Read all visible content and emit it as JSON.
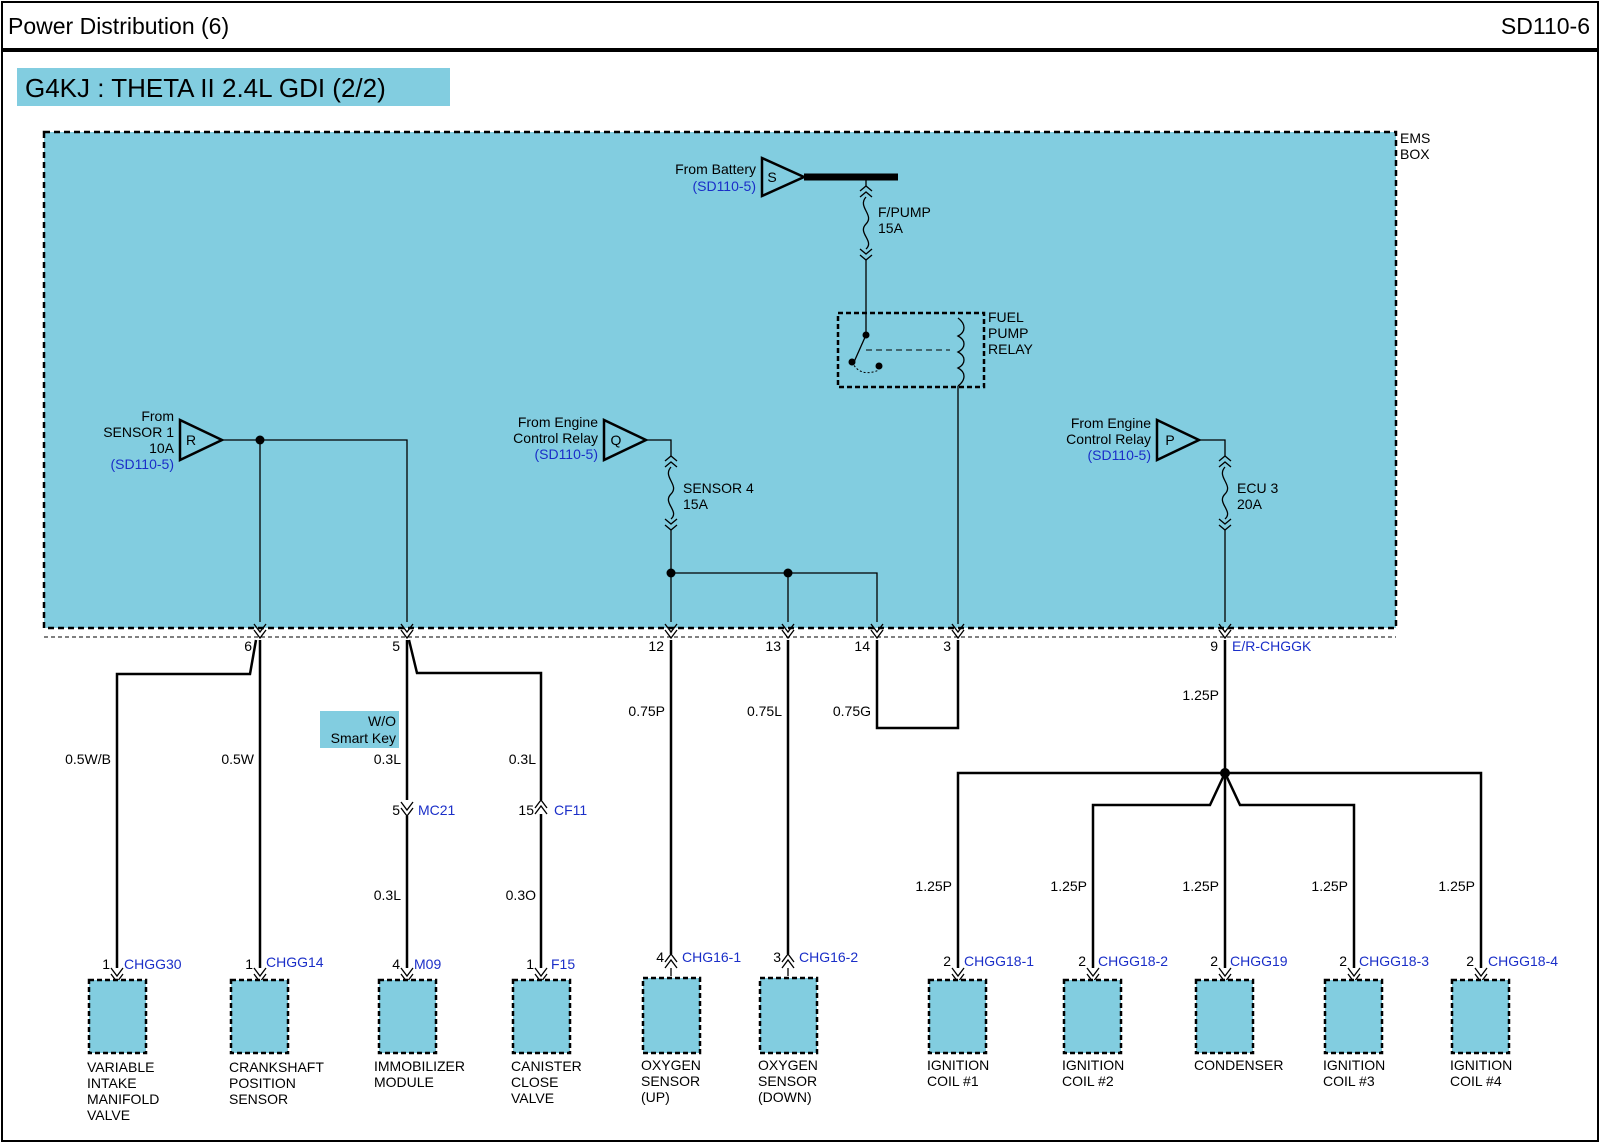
{
  "header": {
    "title": "Power Distribution (6)",
    "code": "SD110-6"
  },
  "subtitle": "G4KJ : THETA II 2.4L GDI (2/2)",
  "ems_box": [
    "EMS",
    "BOX"
  ],
  "sources": {
    "battery": {
      "line1": "From Battery",
      "ref": "(SD110-5)",
      "letter": "S"
    },
    "sensor1": {
      "line1": "From",
      "line2": "SENSOR 1",
      "line3": "10A",
      "ref": "(SD110-5)",
      "letter": "R"
    },
    "ecr_q": {
      "line1": "From Engine",
      "line2": "Control Relay",
      "ref": "(SD110-5)",
      "letter": "Q"
    },
    "ecr_p": {
      "line1": "From Engine",
      "line2": "Control Relay",
      "ref": "(SD110-5)",
      "letter": "P"
    }
  },
  "fuses": {
    "fpump": {
      "name": "F/PUMP",
      "rating": "15A"
    },
    "sensor4": {
      "name": "SENSOR 4",
      "rating": "15A"
    },
    "ecu3": {
      "name": "ECU 3",
      "rating": "20A"
    }
  },
  "relay": [
    "FUEL",
    "PUMP",
    "RELAY"
  ],
  "box_pins": {
    "p6": "6",
    "p5": "5",
    "p12": "12",
    "p13": "13",
    "p14": "14",
    "p3": "3",
    "p9": "9",
    "connector": "E/R-CHGGK"
  },
  "wires": {
    "w1": "0.5W/B",
    "w2": "0.5W",
    "w3a": "0.3L",
    "w3b": "0.3L",
    "w4a": "0.3L",
    "w4b": "0.3O",
    "w5": "0.75P",
    "w6": "0.75L",
    "w7": "0.75G",
    "main": "1.25P",
    "c1": "1.25P",
    "c2": "1.25P",
    "c3": "1.25P",
    "c4": "1.25P",
    "c5": "1.25P"
  },
  "option_label": [
    "W/O",
    "Smart Key"
  ],
  "inline_connectors": {
    "mc21": {
      "pin": "5",
      "name": "MC21"
    },
    "cf11": {
      "pin": "15",
      "name": "CF11"
    }
  },
  "components": [
    {
      "pin": "1",
      "conn": "CHGG30",
      "name": [
        "VARIABLE",
        "INTAKE",
        "MANIFOLD",
        "VALVE"
      ]
    },
    {
      "pin": "1",
      "conn": "CHGG14",
      "name": [
        "CRANKSHAFT",
        "POSITION",
        "SENSOR"
      ]
    },
    {
      "pin": "4",
      "conn": "M09",
      "name": [
        "IMMOBILIZER",
        "MODULE"
      ]
    },
    {
      "pin": "1",
      "conn": "F15",
      "name": [
        "CANISTER",
        "CLOSE",
        "VALVE"
      ]
    },
    {
      "pin": "4",
      "conn": "CHG16-1",
      "name": [
        "OXYGEN",
        "SENSOR",
        "(UP)"
      ]
    },
    {
      "pin": "3",
      "conn": "CHG16-2",
      "name": [
        "OXYGEN",
        "SENSOR",
        "(DOWN)"
      ]
    },
    {
      "pin": "2",
      "conn": "CHGG18-1",
      "name": [
        "IGNITION",
        "COIL #1"
      ]
    },
    {
      "pin": "2",
      "conn": "CHGG18-2",
      "name": [
        "IGNITION",
        "COIL #2"
      ]
    },
    {
      "pin": "2",
      "conn": "CHGG19",
      "name": [
        "CONDENSER"
      ]
    },
    {
      "pin": "2",
      "conn": "CHGG18-3",
      "name": [
        "IGNITION",
        "COIL #3"
      ]
    },
    {
      "pin": "2",
      "conn": "CHGG18-4",
      "name": [
        "IGNITION",
        "COIL #4"
      ]
    }
  ]
}
